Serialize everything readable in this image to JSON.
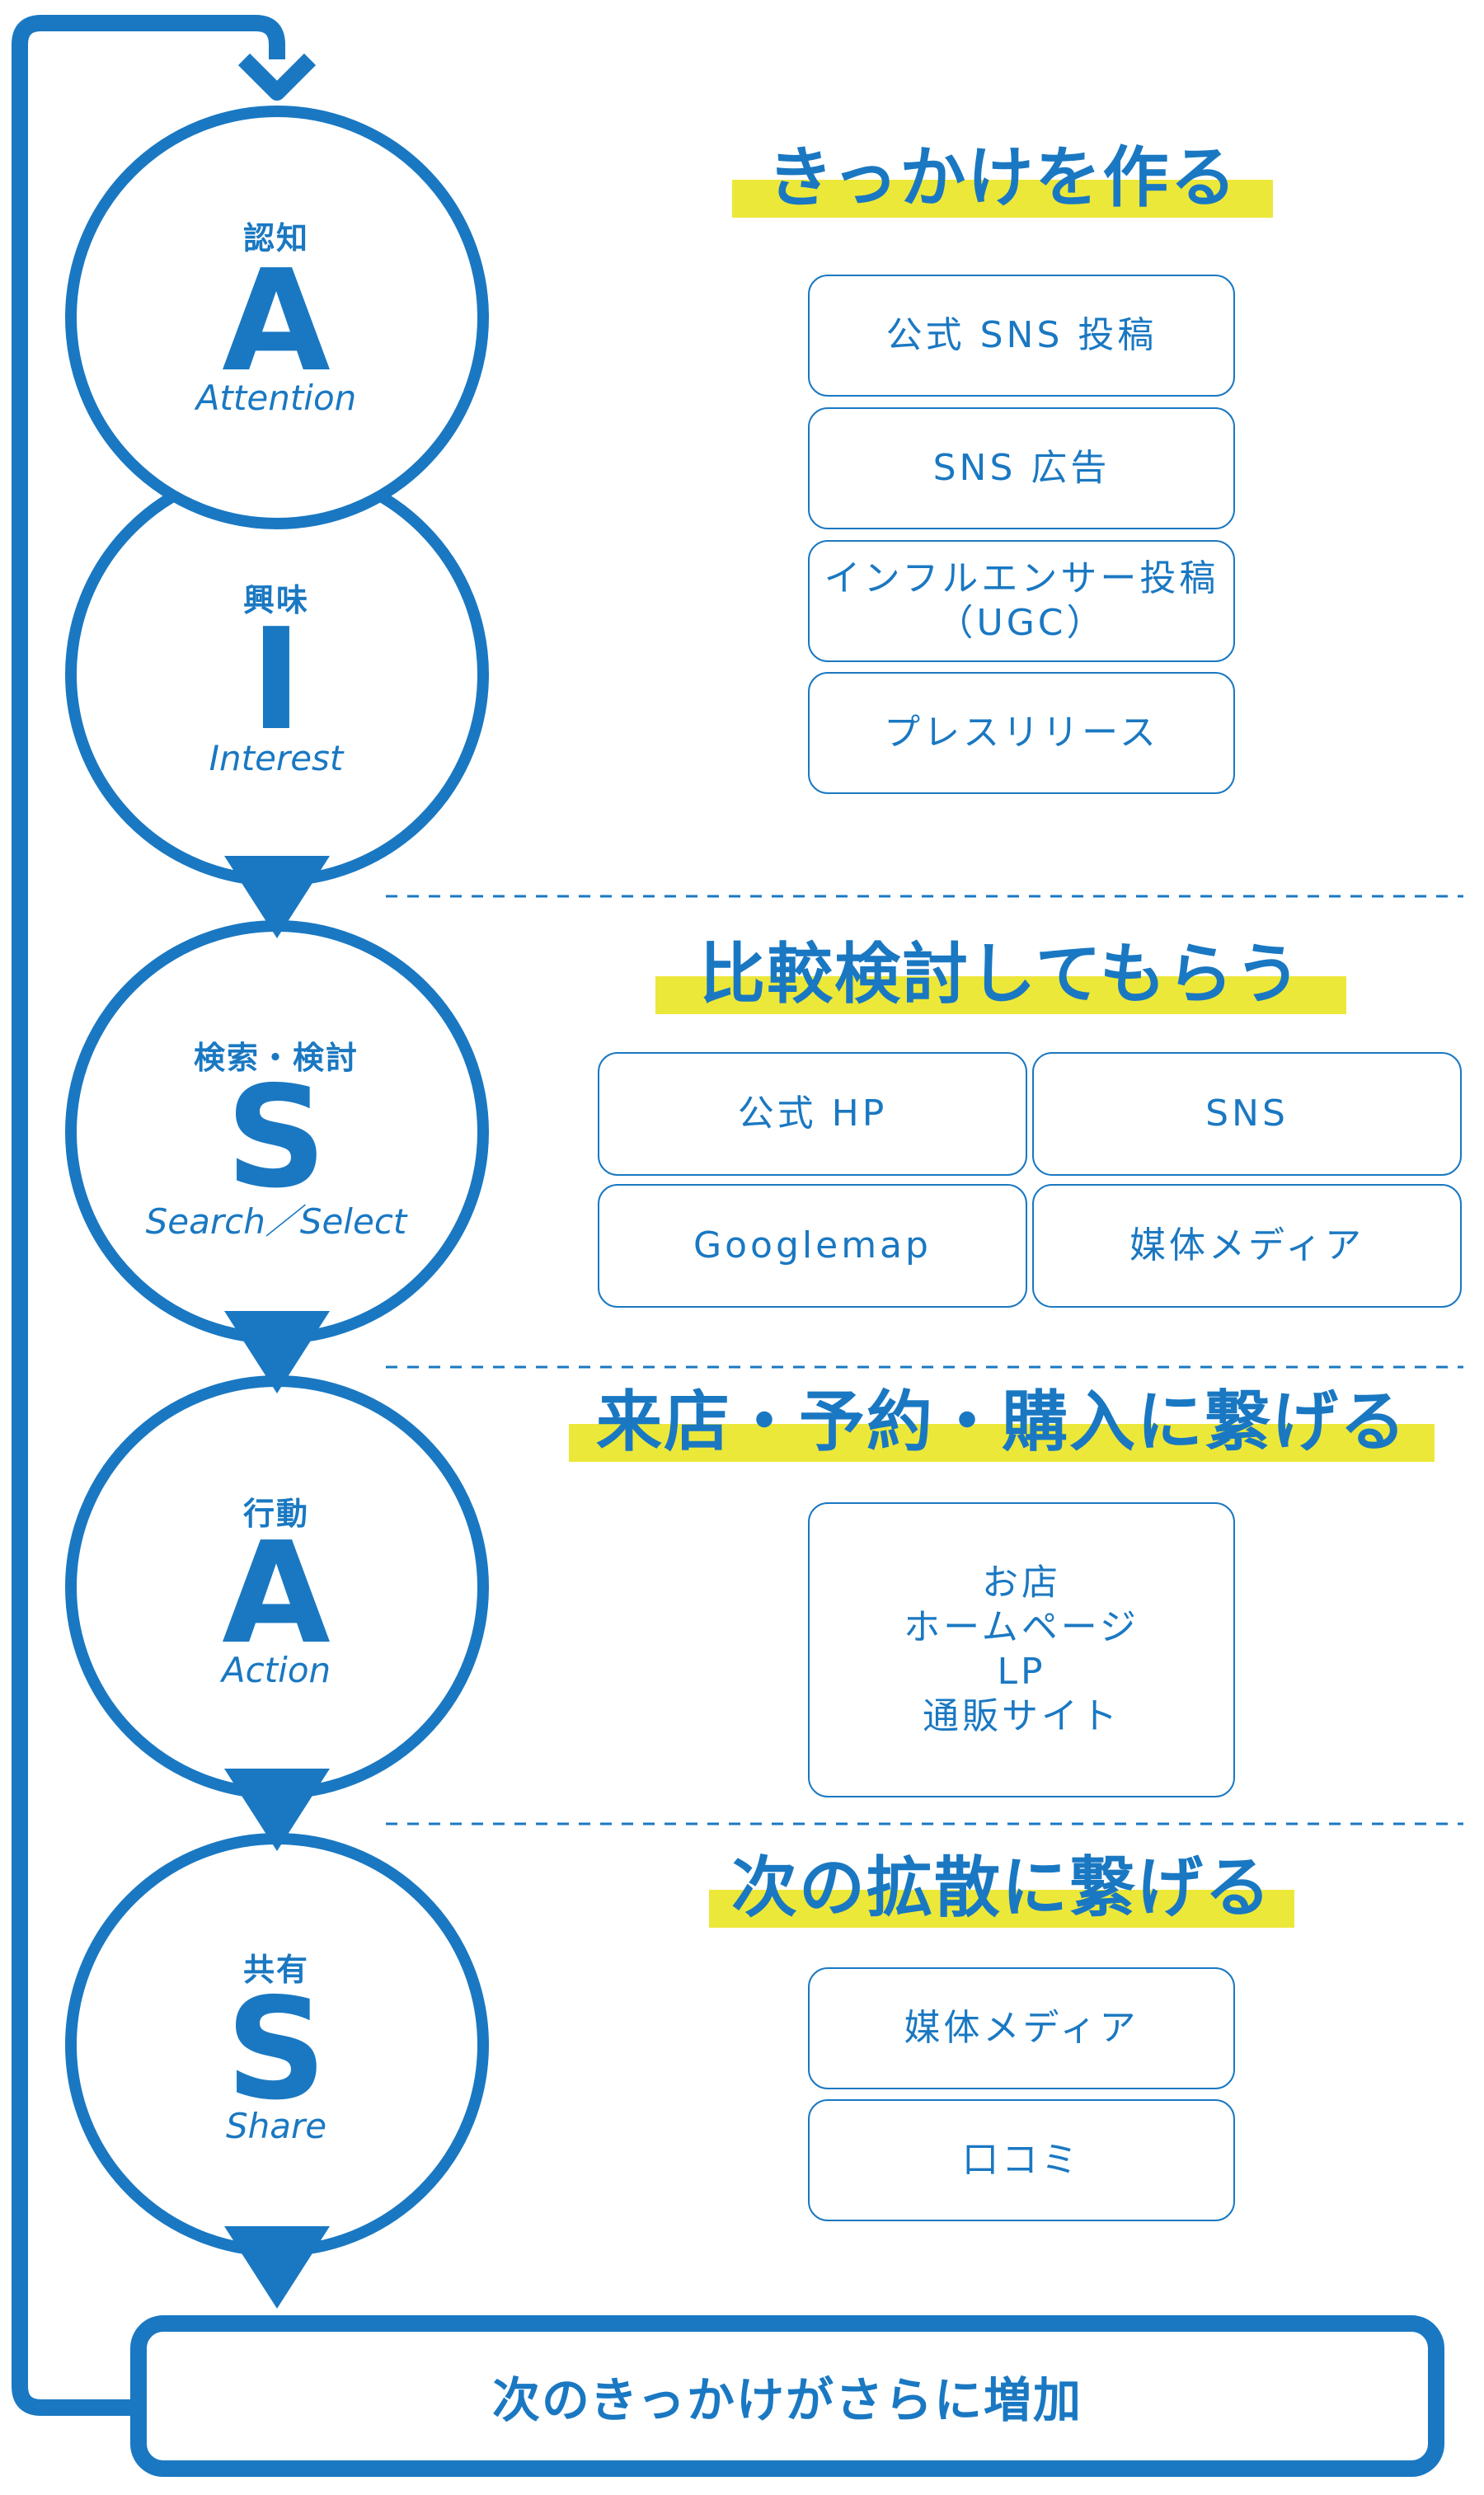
{
  "stages": [
    {
      "id": "attention",
      "ja": "認知",
      "letter": "A",
      "en": "Attention"
    },
    {
      "id": "interest",
      "ja": "興味",
      "letter": "I",
      "en": "Interest"
    },
    {
      "id": "search",
      "ja": "検索・検討",
      "letter": "S",
      "en": "Search／Select"
    },
    {
      "id": "action",
      "ja": "行動",
      "letter": "A",
      "en": "Action"
    },
    {
      "id": "share",
      "ja": "共有",
      "letter": "S",
      "en": "Share"
    }
  ],
  "sections": [
    {
      "heading": "きっかけを作る",
      "items": [
        "公式 SNS 投稿",
        "SNS 広告",
        "インフルエンサー投稿\n（UGC）",
        "プレスリリース"
      ]
    },
    {
      "heading": "比較検討してもらう",
      "items": [
        "公式 HP",
        "SNS",
        "Googlemap",
        "媒体メディア"
      ]
    },
    {
      "heading": "来店・予約・購入に繋げる",
      "items": [
        "お店\nホームページ\nLP\n通販サイト"
      ]
    },
    {
      "heading": "次の拡散に繋げる",
      "items": [
        "媒体メディア",
        "口コミ"
      ]
    }
  ],
  "final_box": "次のきっかけがさらに増加",
  "colors": {
    "primary": "#1a78c2",
    "highlight": "#ece83a",
    "background": "#ffffff"
  }
}
